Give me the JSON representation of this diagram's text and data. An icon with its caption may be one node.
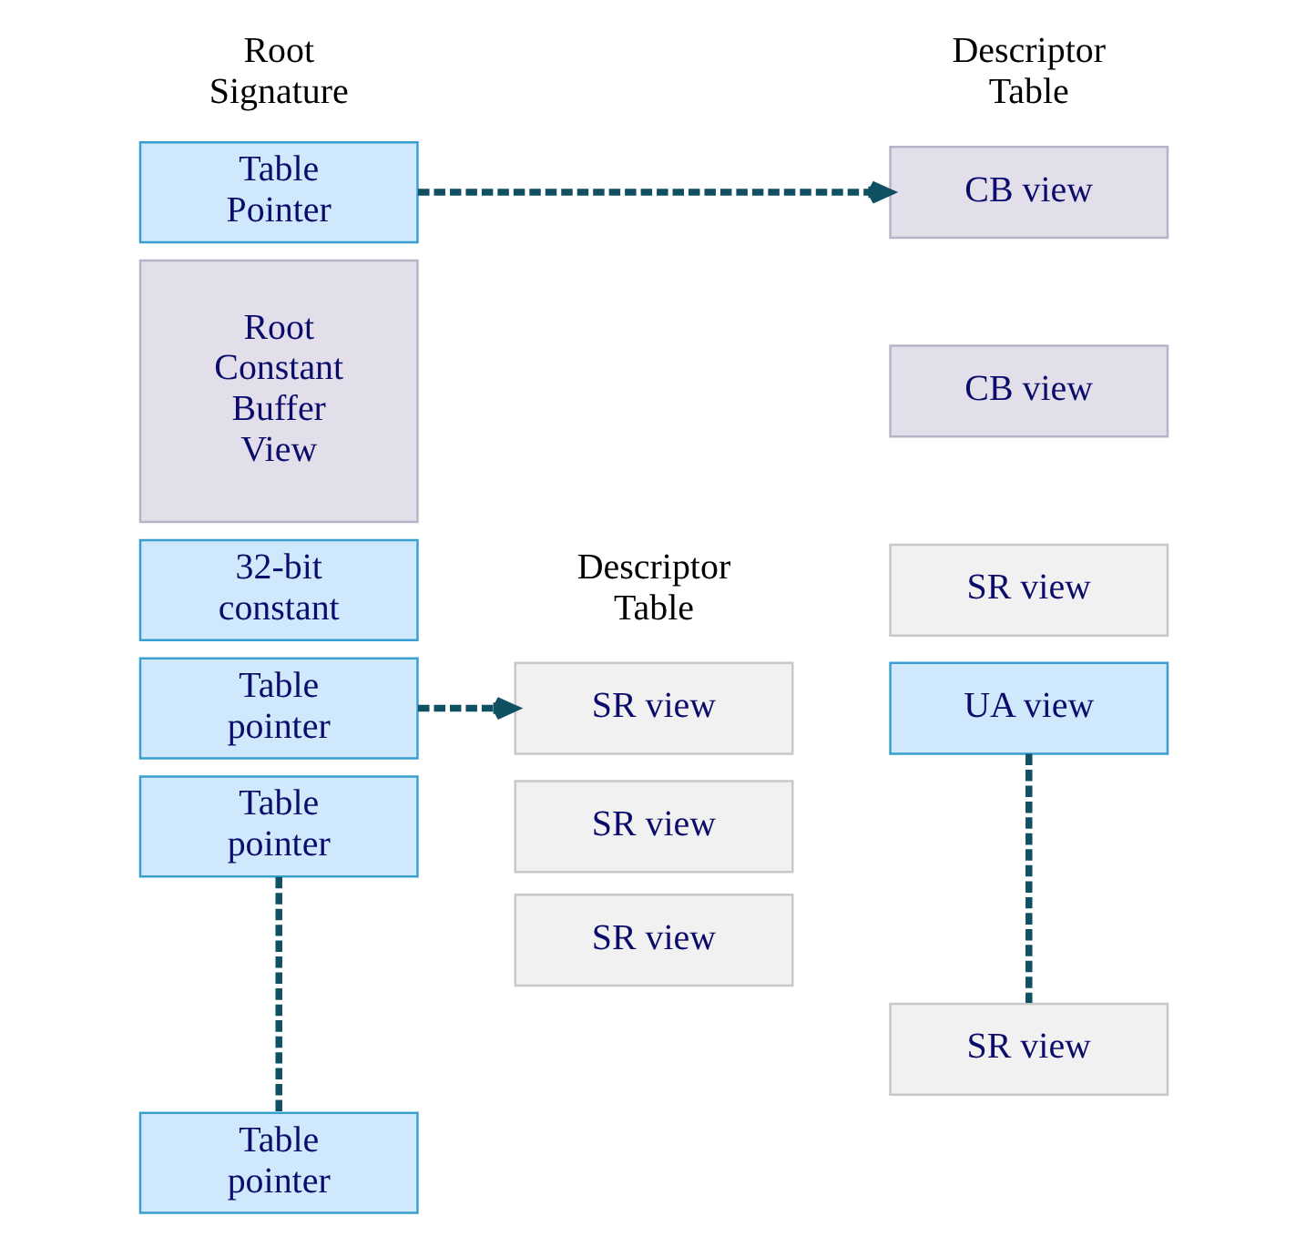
{
  "diagram": {
    "nodes": [
      {
        "text": [
          "Table Pointer"
        ]
      },
      {
        "text": [
          "Root Constant Buffer View"
        ]
      },
      {
        "text": [
          "32-bit constant"
        ]
      },
      {
        "text": [
          "Table pointer"
        ]
      },
      {
        "text": [
          "Table pointer"
        ]
      },
      {
        "text": [
          "Table pointer"
        ]
      },
      {
        "text": [
          "CB view"
        ]
      },
      {
        "text": [
          "CB view"
        ]
      },
      {
        "text": [
          "SR view"
        ]
      },
      {
        "text": [
          "UA view"
        ]
      },
      {
        "text": [
          "SR view"
        ]
      },
      {
        "text": [
          "SR view"
        ]
      },
      {
        "text": [
          "SR view"
        ]
      },
      {
        "text": [
          "SR view"
        ]
      }
    ],
    "edges": [
      {
        "from": 0,
        "to": 6,
        "arrow": "to",
        "style": "dashed"
      },
      {
        "from": 3,
        "to": 11,
        "arrow": "to",
        "style": "dashed"
      },
      {
        "from": 4,
        "to": 5,
        "arrow": "none",
        "style": "dashed"
      },
      {
        "from": 9,
        "to": 10,
        "arrow": "none",
        "style": "dashed"
      }
    ],
    "labels": [
      "Root Signature",
      "Descriptor Table",
      "Descriptor Table"
    ]
  }
}
